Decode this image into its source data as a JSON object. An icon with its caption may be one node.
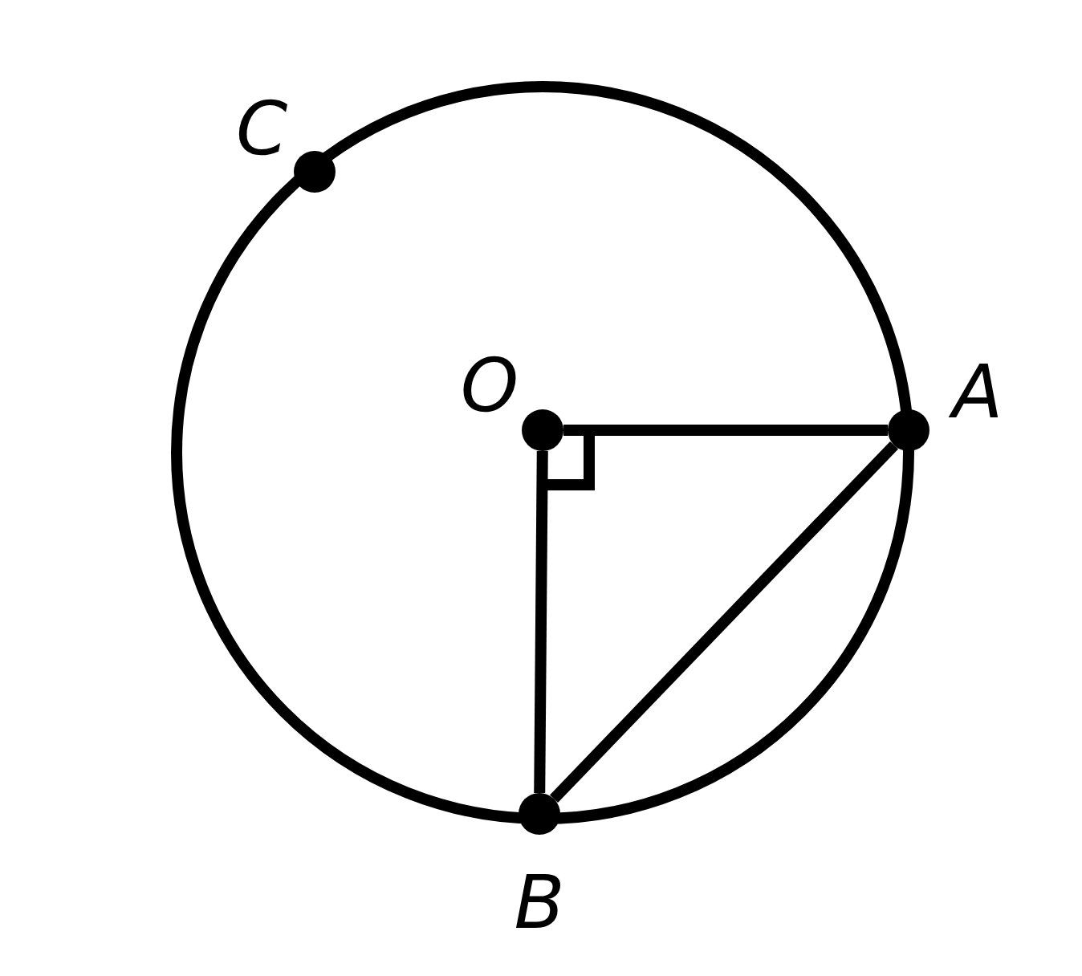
{
  "diagram": {
    "nodes": [
      {
        "text": [],
        "shape": "circle",
        "beside": [
          "C"
        ]
      },
      {
        "text": [],
        "shape": "circle",
        "beside": [
          "O"
        ]
      },
      {
        "text": [],
        "shape": "circle",
        "beside": [
          "A"
        ]
      },
      {
        "text": [],
        "shape": "circle",
        "beside": [
          "B"
        ]
      }
    ],
    "edges": [
      {
        "from": 1,
        "to": 2,
        "arrow": "none"
      },
      {
        "from": 1,
        "to": 3,
        "arrow": "none"
      },
      {
        "from": 3,
        "to": 2,
        "arrow": "none"
      }
    ]
  }
}
